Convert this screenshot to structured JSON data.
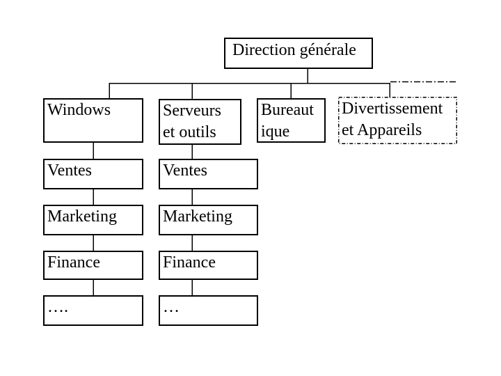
{
  "diagram": {
    "type": "org-chart",
    "root": {
      "label": "Direction générale"
    },
    "level1": [
      {
        "id": "windows",
        "label": "Windows",
        "border_style": "solid"
      },
      {
        "id": "serveurs",
        "label": "Serveurs\net outils",
        "border_style": "solid"
      },
      {
        "id": "bureautique",
        "label": "Bureaut\nique",
        "border_style": "solid"
      },
      {
        "id": "divertissement",
        "label": "Divertissement\net Appareils",
        "border_style": "dash-dot"
      }
    ],
    "windows_children": [
      {
        "label": "Ventes"
      },
      {
        "label": "Marketing"
      },
      {
        "label": "Finance"
      },
      {
        "label": "…."
      }
    ],
    "serveurs_children": [
      {
        "label": "Ventes"
      },
      {
        "label": "Marketing"
      },
      {
        "label": "Finance"
      },
      {
        "label": "…"
      }
    ]
  },
  "colors": {
    "background": "#ffffff",
    "box_fill": "#ffffff",
    "box_border": "#000000",
    "connector": "#000000",
    "text": "#000000"
  }
}
